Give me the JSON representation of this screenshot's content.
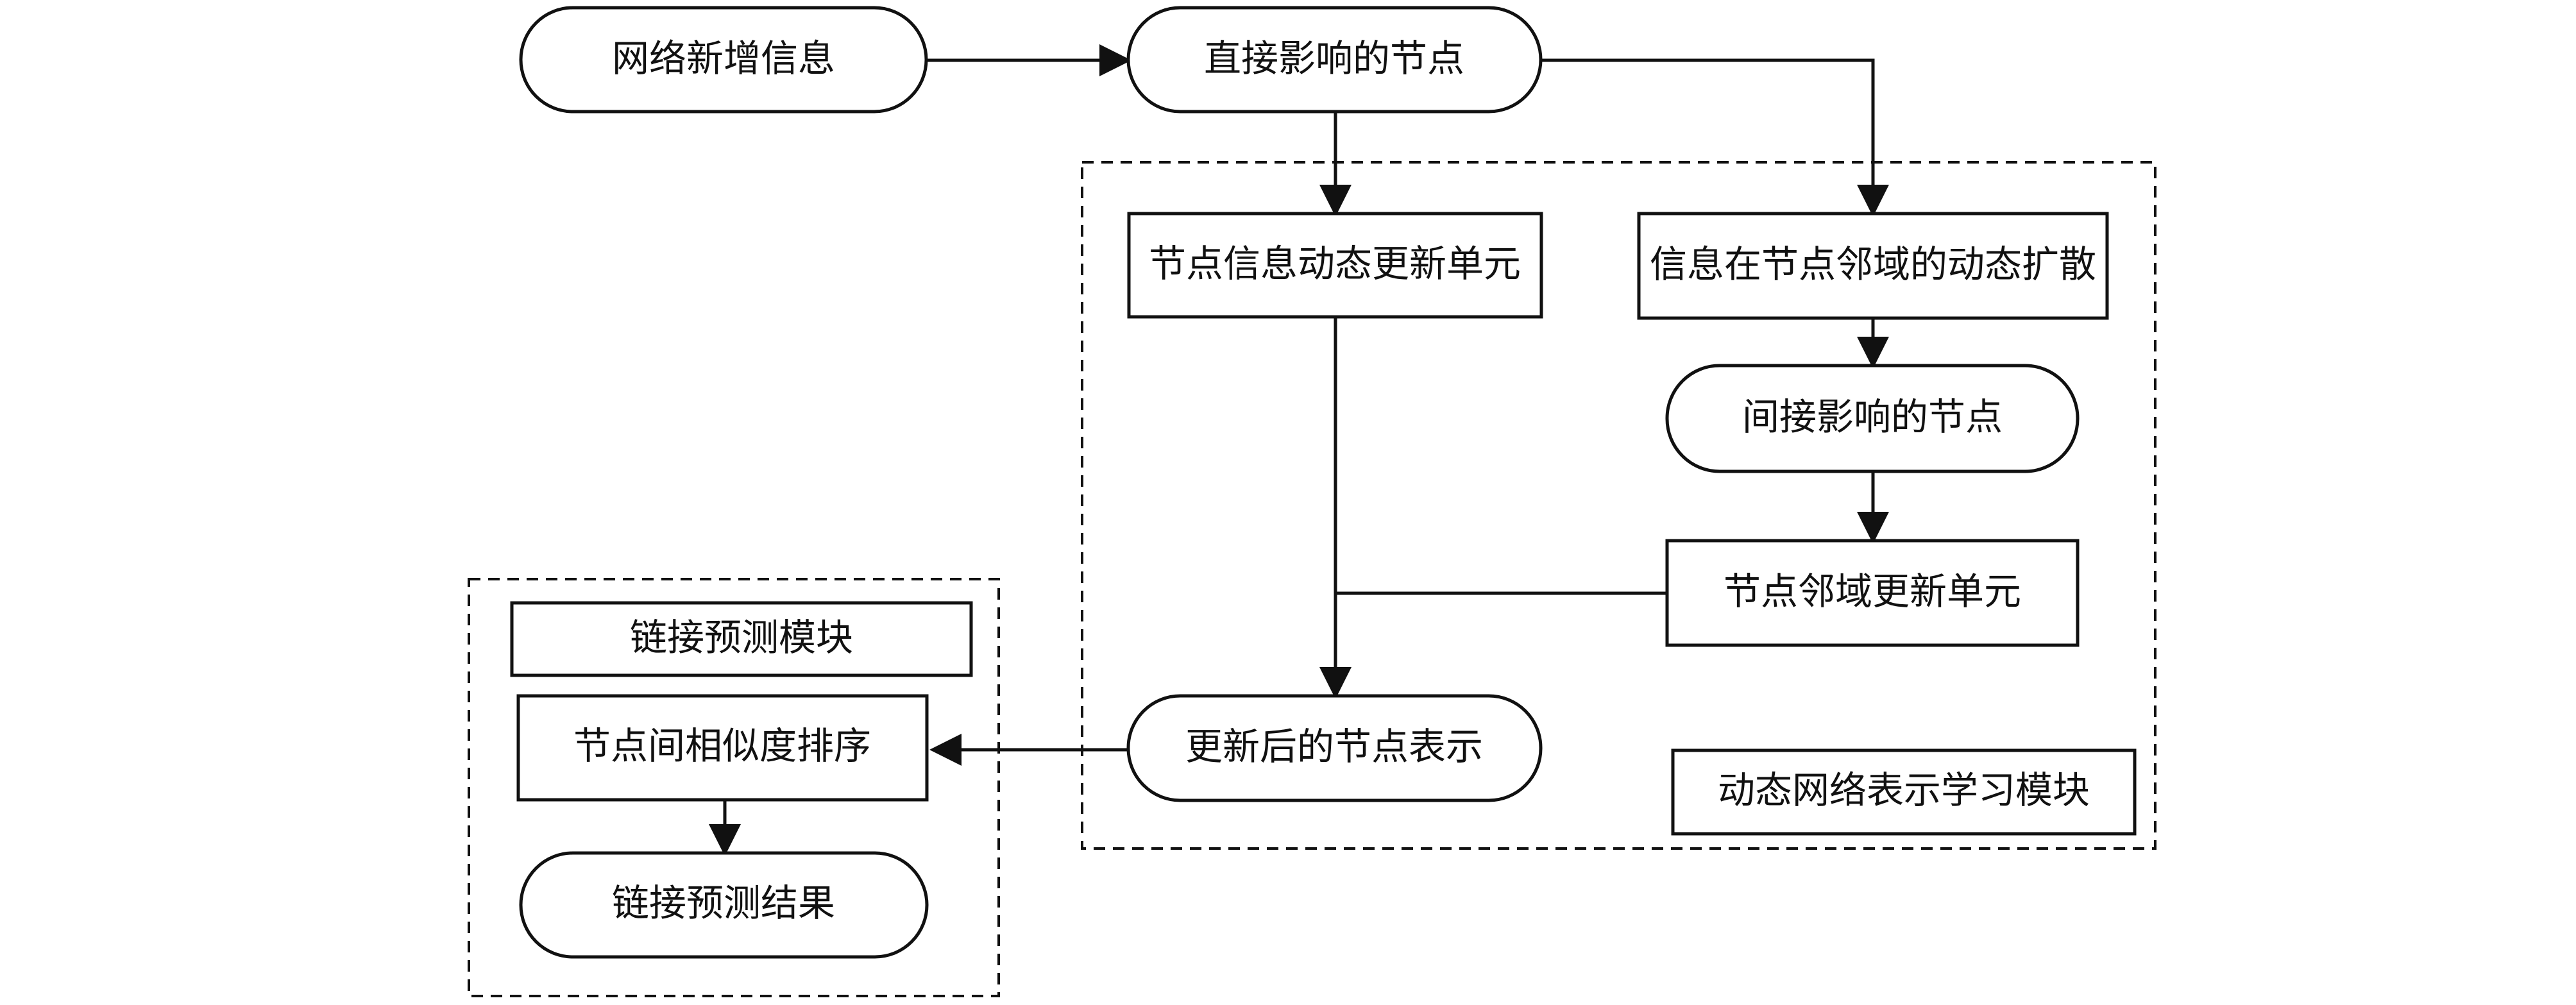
{
  "nodes": {
    "network_new_info": "网络新增信息",
    "directly_affected_nodes": "直接影响的节点",
    "node_info_update_unit": "节点信息动态更新单元",
    "info_diffusion_neighborhood": "信息在节点邻域的动态扩散",
    "indirectly_affected_nodes": "间接影响的节点",
    "neighborhood_update_unit": "节点邻域更新单元",
    "updated_node_representation": "更新后的节点表示",
    "node_similarity_ranking": "节点间相似度排序",
    "link_prediction_result": "链接预测结果"
  },
  "modules": {
    "link_prediction_module": "链接预测模块",
    "dynamic_network_learning_module": "动态网络表示学习模块"
  },
  "colors": {
    "stroke": "#111111",
    "background": "#ffffff",
    "text": "#111111"
  }
}
